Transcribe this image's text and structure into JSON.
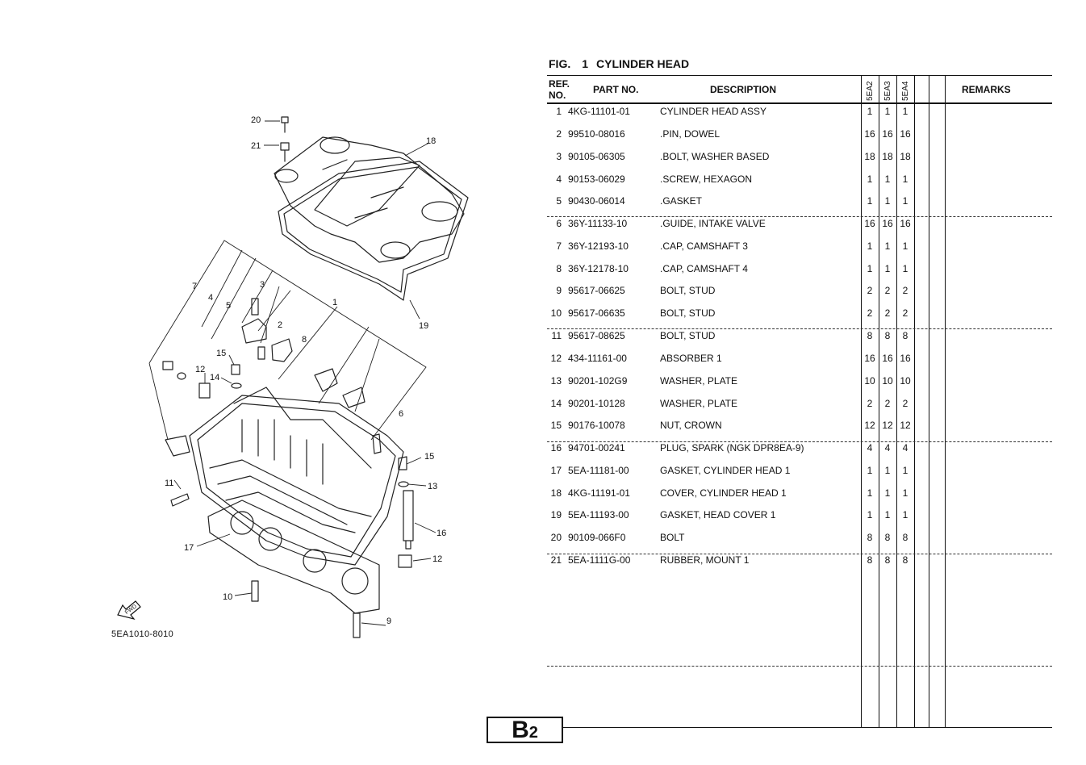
{
  "figure": {
    "label": "FIG.",
    "number": "1",
    "title": "CYLINDER HEAD"
  },
  "diagram": {
    "code": "5EA1010-8010",
    "fwd_label": "FWD",
    "callouts": [
      "1",
      "2",
      "3",
      "4",
      "5",
      "6",
      "7",
      "8",
      "9",
      "10",
      "11",
      "12",
      "12",
      "13",
      "14",
      "15",
      "15",
      "16",
      "17",
      "18",
      "19",
      "20",
      "21"
    ]
  },
  "table": {
    "headers": {
      "ref_line1": "REF.",
      "ref_line2": "NO.",
      "part_no": "PART NO.",
      "description": "DESCRIPTION",
      "models": [
        "5EA2",
        "5EA3",
        "5EA4"
      ],
      "remarks": "REMARKS"
    },
    "rows": [
      {
        "ref": "1",
        "part": "4KG-11101-01",
        "desc": "CYLINDER HEAD ASSY",
        "q": [
          "1",
          "1",
          "1"
        ]
      },
      {
        "ref": "2",
        "part": "99510-08016",
        "desc": ".PIN, DOWEL",
        "q": [
          "16",
          "16",
          "16"
        ]
      },
      {
        "ref": "3",
        "part": "90105-06305",
        "desc": ".BOLT, WASHER BASED",
        "q": [
          "18",
          "18",
          "18"
        ]
      },
      {
        "ref": "4",
        "part": "90153-06029",
        "desc": ".SCREW, HEXAGON",
        "q": [
          "1",
          "1",
          "1"
        ]
      },
      {
        "ref": "5",
        "part": "90430-06014",
        "desc": ".GASKET",
        "q": [
          "1",
          "1",
          "1"
        ]
      },
      {
        "ref": "6",
        "part": "36Y-11133-10",
        "desc": ".GUIDE, INTAKE VALVE",
        "q": [
          "16",
          "16",
          "16"
        ]
      },
      {
        "ref": "7",
        "part": "36Y-12193-10",
        "desc": ".CAP, CAMSHAFT 3",
        "q": [
          "1",
          "1",
          "1"
        ]
      },
      {
        "ref": "8",
        "part": "36Y-12178-10",
        "desc": ".CAP, CAMSHAFT 4",
        "q": [
          "1",
          "1",
          "1"
        ]
      },
      {
        "ref": "9",
        "part": "95617-06625",
        "desc": "BOLT, STUD",
        "q": [
          "2",
          "2",
          "2"
        ]
      },
      {
        "ref": "10",
        "part": "95617-06635",
        "desc": "BOLT, STUD",
        "q": [
          "2",
          "2",
          "2"
        ]
      },
      {
        "ref": "11",
        "part": "95617-08625",
        "desc": "BOLT, STUD",
        "q": [
          "8",
          "8",
          "8"
        ]
      },
      {
        "ref": "12",
        "part": "434-11161-00",
        "desc": "ABSORBER 1",
        "q": [
          "16",
          "16",
          "16"
        ]
      },
      {
        "ref": "13",
        "part": "90201-102G9",
        "desc": "WASHER, PLATE",
        "q": [
          "10",
          "10",
          "10"
        ]
      },
      {
        "ref": "14",
        "part": "90201-10128",
        "desc": "WASHER, PLATE",
        "q": [
          "2",
          "2",
          "2"
        ]
      },
      {
        "ref": "15",
        "part": "90176-10078",
        "desc": "NUT, CROWN",
        "q": [
          "12",
          "12",
          "12"
        ]
      },
      {
        "ref": "16",
        "part": "94701-00241",
        "desc": "PLUG, SPARK (NGK DPR8EA-9)",
        "q": [
          "4",
          "4",
          "4"
        ]
      },
      {
        "ref": "17",
        "part": "5EA-11181-00",
        "desc": "GASKET, CYLINDER HEAD 1",
        "q": [
          "1",
          "1",
          "1"
        ]
      },
      {
        "ref": "18",
        "part": "4KG-11191-01",
        "desc": "COVER, CYLINDER HEAD 1",
        "q": [
          "1",
          "1",
          "1"
        ]
      },
      {
        "ref": "19",
        "part": "5EA-11193-00",
        "desc": "GASKET, HEAD COVER 1",
        "q": [
          "1",
          "1",
          "1"
        ]
      },
      {
        "ref": "20",
        "part": "90109-066F0",
        "desc": "BOLT",
        "q": [
          "8",
          "8",
          "8"
        ]
      },
      {
        "ref": "21",
        "part": "5EA-1111G-00",
        "desc": "RUBBER, MOUNT 1",
        "q": [
          "8",
          "8",
          "8"
        ]
      }
    ]
  },
  "page_label": {
    "main": "B",
    "sub": "2"
  }
}
